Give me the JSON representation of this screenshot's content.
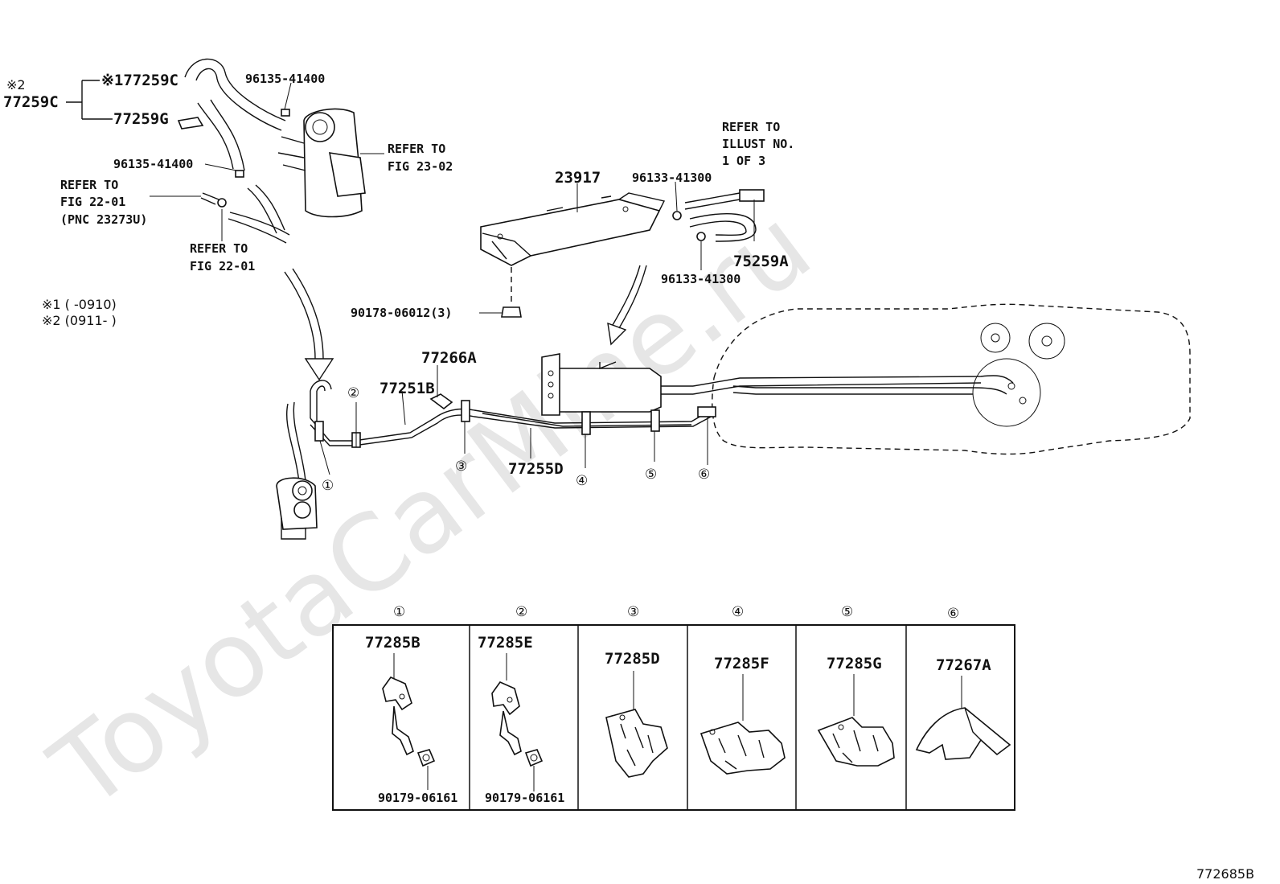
{
  "watermark": "ToyotaCarMine.ru",
  "figure_id": "772685B",
  "notes": {
    "note1": "※1 (     -0910)",
    "note2": "※2 (0911-     )"
  },
  "labels": {
    "l_x2": "※2",
    "l_77259C_group": "77259C",
    "l_77259C_x1": "※177259C",
    "l_77259G": "77259G",
    "l_96135_top": "96135-41400",
    "l_96135_mid": "96135-41400",
    "l_refer_23_02_a": "REFER TO",
    "l_refer_23_02_b": "FIG 23-02",
    "l_refer_22_01_pnc_a": "REFER TO",
    "l_refer_22_01_pnc_b": "FIG 22-01",
    "l_refer_22_01_pnc_c": "(PNC 23273U)",
    "l_refer_22_01_a": "REFER TO",
    "l_refer_22_01_b": "FIG 22-01",
    "l_refer_illust_a": "REFER TO",
    "l_refer_illust_b": "ILLUST NO.",
    "l_refer_illust_c": "1 OF 3",
    "l_23917": "23917",
    "l_96133_top": "96133-41300",
    "l_96133_bot": "96133-41300",
    "l_75259A": "75259A",
    "l_90178": "90178-06012(3)",
    "l_77266A": "77266A",
    "l_77251B": "77251B",
    "l_77255D": "77255D"
  },
  "callouts": [
    "①",
    "②",
    "③",
    "④",
    "⑤",
    "⑥"
  ],
  "detail_table": [
    {
      "callout": "①",
      "part": "77285B",
      "nut": "90179-06161"
    },
    {
      "callout": "②",
      "part": "77285E",
      "nut": "90179-06161"
    },
    {
      "callout": "③",
      "part": "77285D",
      "nut": ""
    },
    {
      "callout": "④",
      "part": "77285F",
      "nut": ""
    },
    {
      "callout": "⑤",
      "part": "77285G",
      "nut": ""
    },
    {
      "callout": "⑥",
      "part": "77267A",
      "nut": ""
    }
  ]
}
